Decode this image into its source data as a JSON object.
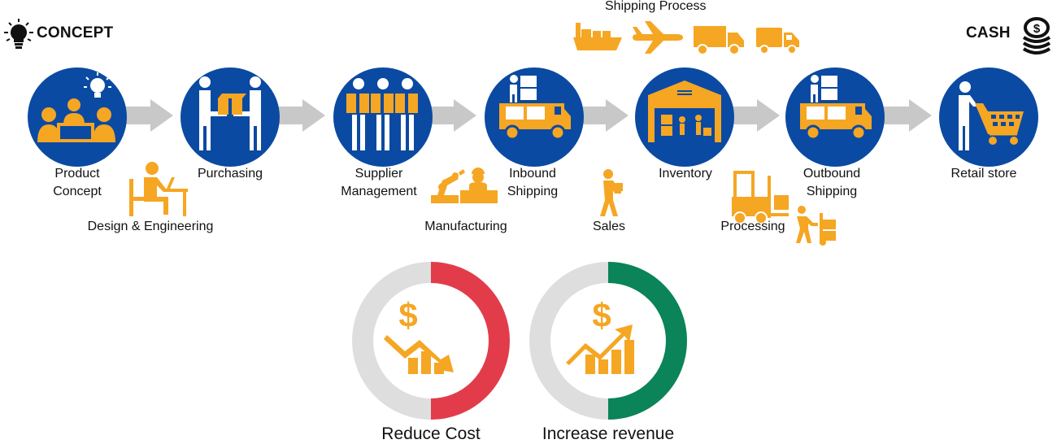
{
  "header": {
    "start_label": "CONCEPT",
    "end_label": "CASH",
    "shipping_title": "Shipping Process",
    "start_icon": "lightbulb-icon",
    "end_icon": "coins-icon"
  },
  "colors": {
    "circle": "#0b4aa2",
    "icon": "#f5a623",
    "arrow": "#c8c8c8",
    "reduce": "#e23c4a",
    "increase": "#0a8458",
    "ring_gray": "#dedede"
  },
  "steps": [
    {
      "line1": "Product",
      "line2": "Concept",
      "icon": "meeting-idea-icon"
    },
    {
      "line1": "Purchasing",
      "line2": "",
      "icon": "handover-box-icon"
    },
    {
      "line1": "Supplier",
      "line2": "Management",
      "icon": "suppliers-boxes-icon"
    },
    {
      "line1": "Inbound",
      "line2": "Shipping",
      "icon": "loaded-truck-icon"
    },
    {
      "line1": "Inventory",
      "line2": "",
      "icon": "warehouse-icon"
    },
    {
      "line1": "Outbound",
      "line2": "Shipping",
      "icon": "loaded-truck-icon"
    },
    {
      "line1": "Retail store",
      "line2": "",
      "icon": "shopping-cart-icon"
    }
  ],
  "substeps": [
    {
      "label": "Design & Engineering",
      "icon": "desk-worker-icon"
    },
    {
      "label": "Manufacturing",
      "icon": "robot-arm-worker-icon"
    },
    {
      "label": "Sales",
      "icon": "delivery-person-icon"
    },
    {
      "label": "Processing",
      "icon": "forklift-handtruck-icon"
    }
  ],
  "shipping_modes": [
    "ship-icon",
    "airplane-icon",
    "truck-icon",
    "van-icon"
  ],
  "outcomes": [
    {
      "label": "Reduce Cost",
      "icon": "dollar-down-chart-icon"
    },
    {
      "label": "Increase revenue",
      "icon": "dollar-up-chart-icon"
    }
  ]
}
